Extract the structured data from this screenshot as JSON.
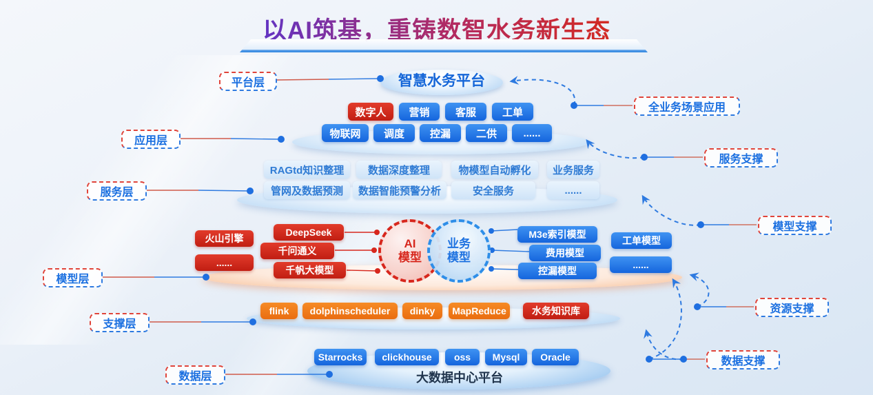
{
  "title": "以AI筑基，重铸数智水务新生态",
  "platform_layer": {
    "title": "智慧水务平台"
  },
  "left_labels": {
    "platform": "平台层",
    "application": "应用层",
    "service": "服务层",
    "model": "模型层",
    "support": "支撑层",
    "data": "数据层"
  },
  "right_labels": {
    "full_business": "全业务场景应用",
    "service_support": "服务支撑",
    "model_support": "模型支撑",
    "resource_support": "资源支撑",
    "data_support": "数据支撑"
  },
  "application_layer": {
    "row1": [
      "数字人",
      "营销",
      "客服",
      "工单"
    ],
    "row2": [
      "物联网",
      "调度",
      "控漏",
      "二供",
      "......"
    ]
  },
  "service_layer": {
    "row1": [
      "RAGtd知识整理",
      "数据深度整理",
      "物模型自动孵化",
      "业务服务"
    ],
    "row2": [
      "管网及数据预测",
      "数据智能预警分析",
      "安全服务",
      "......"
    ]
  },
  "model_layer": {
    "left_models": [
      "火山引擎",
      "......",
      "DeepSeek",
      "千问通义",
      "千帆大模型"
    ],
    "venn": {
      "ai_line1": "AI",
      "ai_line2": "模型",
      "biz_line1": "业务",
      "biz_line2": "模型"
    },
    "right_models": [
      "M3e索引模型",
      "费用模型",
      "控漏模型",
      "工单模型",
      "......"
    ]
  },
  "support_layer": {
    "items": [
      "flink",
      "dolphinscheduler",
      "dinky",
      "MapReduce",
      "水务知识库"
    ]
  },
  "data_layer": {
    "items": [
      "Starrocks",
      "clickhouse",
      "oss",
      "Mysql",
      "Oracle"
    ],
    "platform": "大数据中心平台"
  },
  "colors": {
    "accent_blue": "#1e72e0",
    "accent_red": "#d7271d",
    "accent_orange": "#f07b1e",
    "label_text": "#1a6fe0",
    "title_gradient_start": "#2b3fd4",
    "title_gradient_end": "#e8521d"
  }
}
